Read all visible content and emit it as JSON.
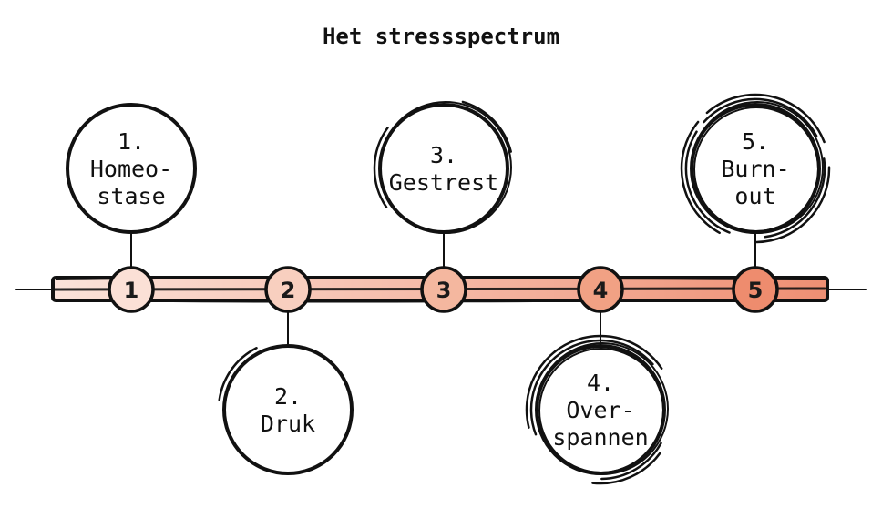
{
  "title": "Het stressspectrum",
  "colors": {
    "ink": "#111111",
    "bar_gradient_start": "#fbe3da",
    "bar_gradient_end": "#ee8f73",
    "marker_colors": [
      "#fbe0d6",
      "#f8cfbf",
      "#f4b79f",
      "#f1a184",
      "#ee8c6e"
    ]
  },
  "stages": [
    {
      "number": "1",
      "lines": [
        "1.",
        "Homeo-",
        "stase"
      ],
      "position": "above",
      "agitation": 0
    },
    {
      "number": "2",
      "lines": [
        "2.",
        "Druk"
      ],
      "position": "below",
      "agitation": 1
    },
    {
      "number": "3",
      "lines": [
        "3.",
        "Gestrest"
      ],
      "position": "above",
      "agitation": 2
    },
    {
      "number": "4",
      "lines": [
        "4.",
        "Over-",
        "spannen"
      ],
      "position": "below",
      "agitation": 3
    },
    {
      "number": "5",
      "lines": [
        "5.",
        "Burn-",
        "out"
      ],
      "position": "above",
      "agitation": 4
    }
  ]
}
